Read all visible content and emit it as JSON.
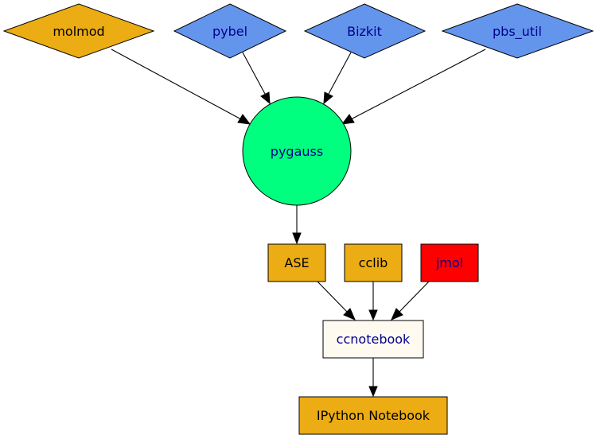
{
  "colors": {
    "orange": "#ecac14",
    "blue": "#6495ed",
    "green": "#00ff7f",
    "red": "#ff0000",
    "cream": "#fffaf0",
    "text_dark": "#000000",
    "text_blue": "#00008b"
  },
  "nodes": {
    "molmod": {
      "label": "molmod"
    },
    "pybel": {
      "label": "pybel"
    },
    "bizkit": {
      "label": "Bizkit"
    },
    "pbs_util": {
      "label": "pbs_util"
    },
    "pygauss": {
      "label": "pygauss"
    },
    "ase": {
      "label": "ASE"
    },
    "cclib": {
      "label": "cclib"
    },
    "jmol": {
      "label": "jmol"
    },
    "ccnotebook": {
      "label": "ccnotebook"
    },
    "ipython_notebook": {
      "label": "IPython Notebook"
    }
  },
  "edges": [
    {
      "from": "molmod",
      "to": "pygauss"
    },
    {
      "from": "pybel",
      "to": "pygauss"
    },
    {
      "from": "bizkit",
      "to": "pygauss"
    },
    {
      "from": "pbs_util",
      "to": "pygauss"
    },
    {
      "from": "pygauss",
      "to": "ase"
    },
    {
      "from": "ase",
      "to": "ccnotebook"
    },
    {
      "from": "cclib",
      "to": "ccnotebook"
    },
    {
      "from": "jmol",
      "to": "ccnotebook"
    },
    {
      "from": "ccnotebook",
      "to": "ipython_notebook"
    }
  ]
}
